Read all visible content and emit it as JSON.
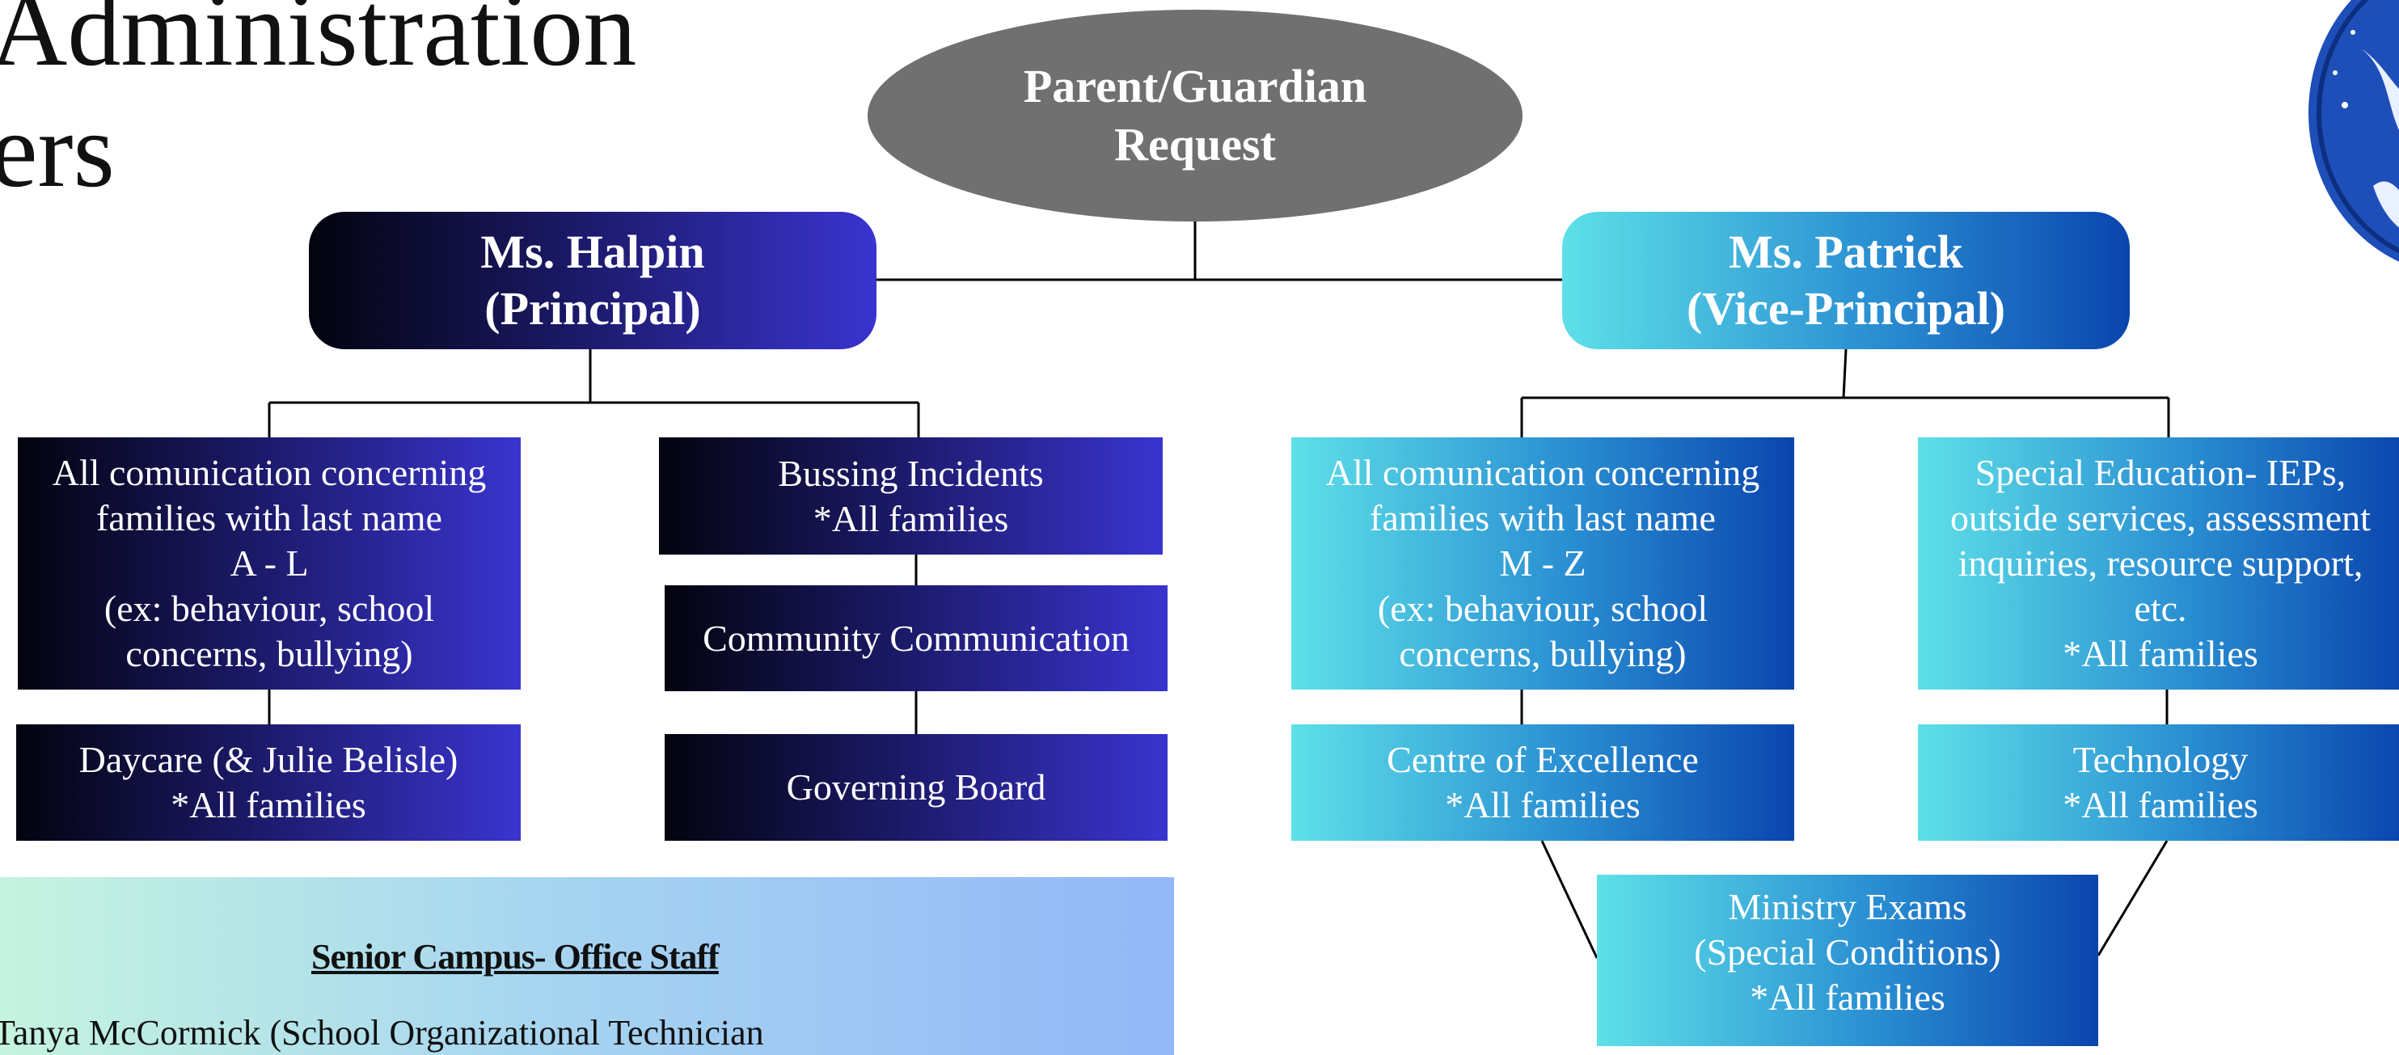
{
  "title": {
    "line1": "Administration",
    "line2": "ers"
  },
  "root": {
    "line1": "Parent/Guardian",
    "line2": "Request"
  },
  "principal": {
    "name": "Ms. Halpin",
    "role": "(Principal)"
  },
  "vice_principal": {
    "name": "Ms. Patrick",
    "role": "(Vice-Principal)"
  },
  "principal_items": {
    "a_l": [
      "All comunication concerning",
      "families with last name",
      "A - L",
      "(ex: behaviour, school",
      "concerns, bullying)"
    ],
    "daycare": [
      "Daycare (& Julie Belisle)",
      "*All families"
    ],
    "bussing": [
      "Bussing Incidents",
      "*All families"
    ],
    "community": [
      "Community Communication"
    ],
    "governing": [
      "Governing Board"
    ]
  },
  "vp_items": {
    "m_z": [
      "All comunication concerning",
      "families with last name",
      "M - Z",
      "(ex: behaviour, school",
      "concerns, bullying)"
    ],
    "special_ed": [
      "Special Education- IEPs,",
      "outside services, assessment",
      "inquiries, resource support,",
      "etc.",
      "*All families"
    ],
    "excellence": [
      "Centre of Excellence",
      "*All families"
    ],
    "technology": [
      "Technology",
      "*All families"
    ],
    "ministry": [
      "Ministry Exams",
      "(Special Conditions)",
      "*All families"
    ]
  },
  "office": {
    "heading": "Senior Campus- Office Staff",
    "line1": "Tanya McCormick (School Organizational Technician"
  },
  "colors": {
    "dark_gradient": [
      "#03030f",
      "#3a34cf"
    ],
    "light_gradient": [
      "#5ee0e8",
      "#0a45ae"
    ],
    "root_fill": "#707070",
    "office_gradient": [
      "#c5f4df",
      "#93b7f7"
    ]
  },
  "logo": {
    "icon": "school-logo-icon"
  }
}
